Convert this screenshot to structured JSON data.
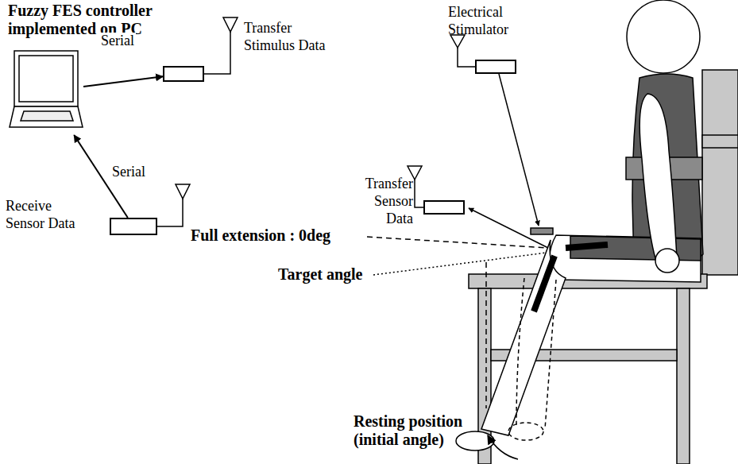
{
  "diagram": {
    "nodes": [
      {
        "text": [
          "Fuzzy FES controller implemented on PC"
        ]
      },
      {
        "text": [
          "Transfer Stimulus Data"
        ]
      },
      {
        "text": [
          "Receive Sensor Data"
        ]
      },
      {
        "text": [
          "Electrical Stimulator"
        ]
      },
      {
        "text": [
          "Transfer Sensor Data"
        ]
      }
    ],
    "edges": [
      {
        "from": 0,
        "to": 1,
        "label": "Serial",
        "arrow": "to"
      },
      {
        "from": 2,
        "to": 0,
        "label": "Serial",
        "arrow": "to"
      }
    ],
    "labels": [
      "Full extension : 0deg",
      "Target angle",
      "Resting position (initial angle)"
    ]
  }
}
